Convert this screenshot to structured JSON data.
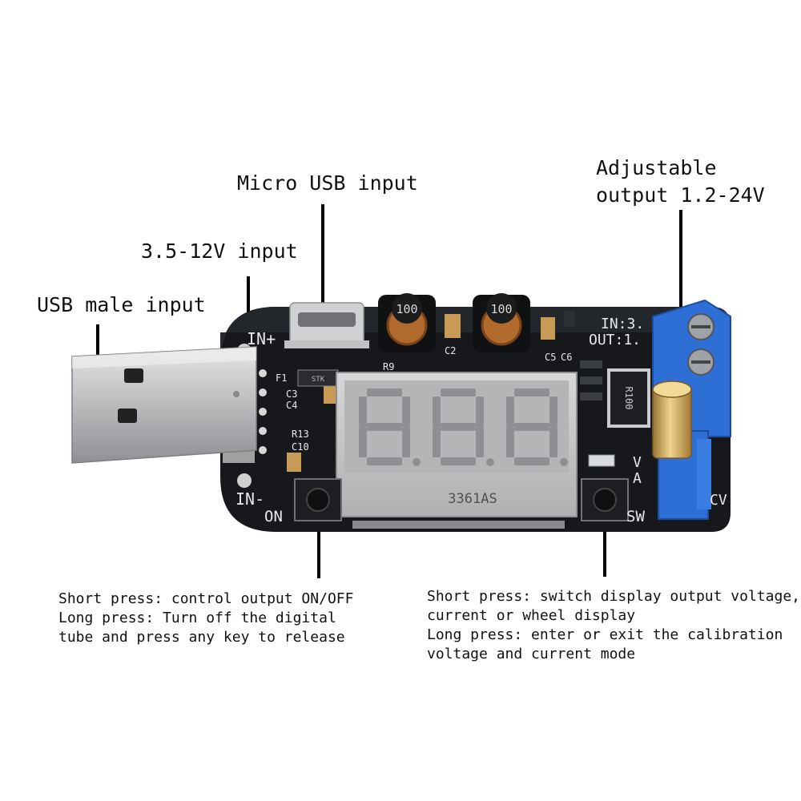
{
  "callouts": {
    "usb_male": "USB male input",
    "dc_input": "3.5-12V input",
    "micro_usb": "Micro USB input",
    "adjustable_line1": "Adjustable",
    "adjustable_line2": "output 1.2-24V",
    "on_button_lines": [
      "Short press: control output ON/OFF",
      "Long press: Turn off the digital",
      "tube and press any key to release"
    ],
    "sw_button_lines": [
      "Short press: switch display output voltage,",
      "current or wheel display",
      "Long press: enter or exit the calibration",
      "voltage and current mode"
    ]
  },
  "board": {
    "in_plus": "IN+",
    "in_minus": "IN-",
    "on": "ON",
    "sw": "SW",
    "in_readout": "IN:3.",
    "out_readout": "OUT:1.",
    "v": "V",
    "a": "A",
    "cv": "CV",
    "inductor_1": "100",
    "inductor_2": "100",
    "resistor_marking": "R100",
    "display_model": "3361AS",
    "chip_label": "STK",
    "labels": {
      "f1": "F1",
      "c3": "C3",
      "c4": "C4",
      "r13": "R13",
      "c10": "C10",
      "r9": "R9",
      "c2": "C2",
      "c5": "C5",
      "c6": "C6"
    }
  },
  "colors": {
    "pcb": "#16181c",
    "usb_metal": "#c9cbcd",
    "display_glass": "#c4c6c8",
    "terminal_blue": "#2e6fd6",
    "brass": "#d2aa55",
    "silkscreen": "#e8e8e8"
  }
}
